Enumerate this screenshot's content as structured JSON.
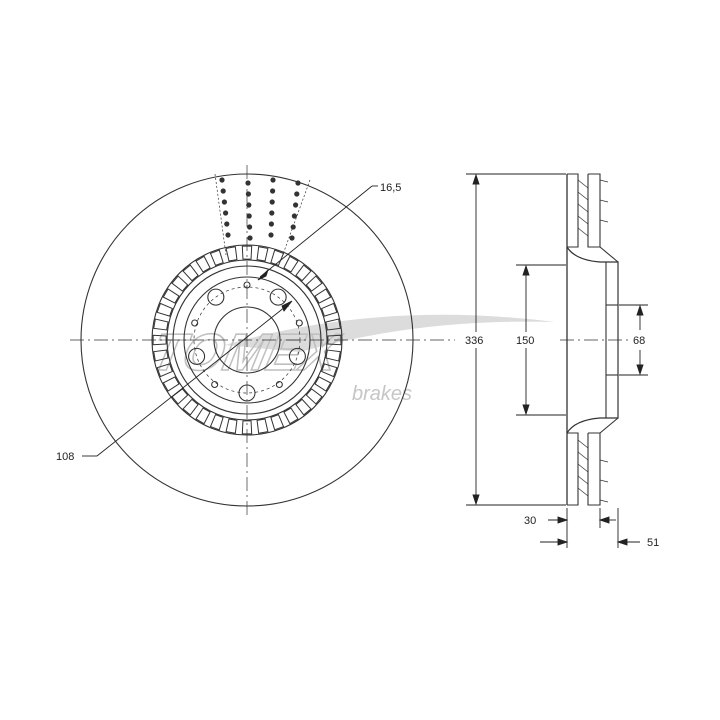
{
  "watermark": {
    "brand": "TOMEX",
    "sub": "brakes",
    "color": "#c8c8c8"
  },
  "dimensions": {
    "bolt_hole": "16,5",
    "pcd": "108",
    "outer_diameter": "336",
    "hat_diameter": "150",
    "center_bore": "68",
    "disc_thickness": "30",
    "total_height": "51"
  },
  "colors": {
    "line": "#333333",
    "dim_line": "#222222"
  }
}
